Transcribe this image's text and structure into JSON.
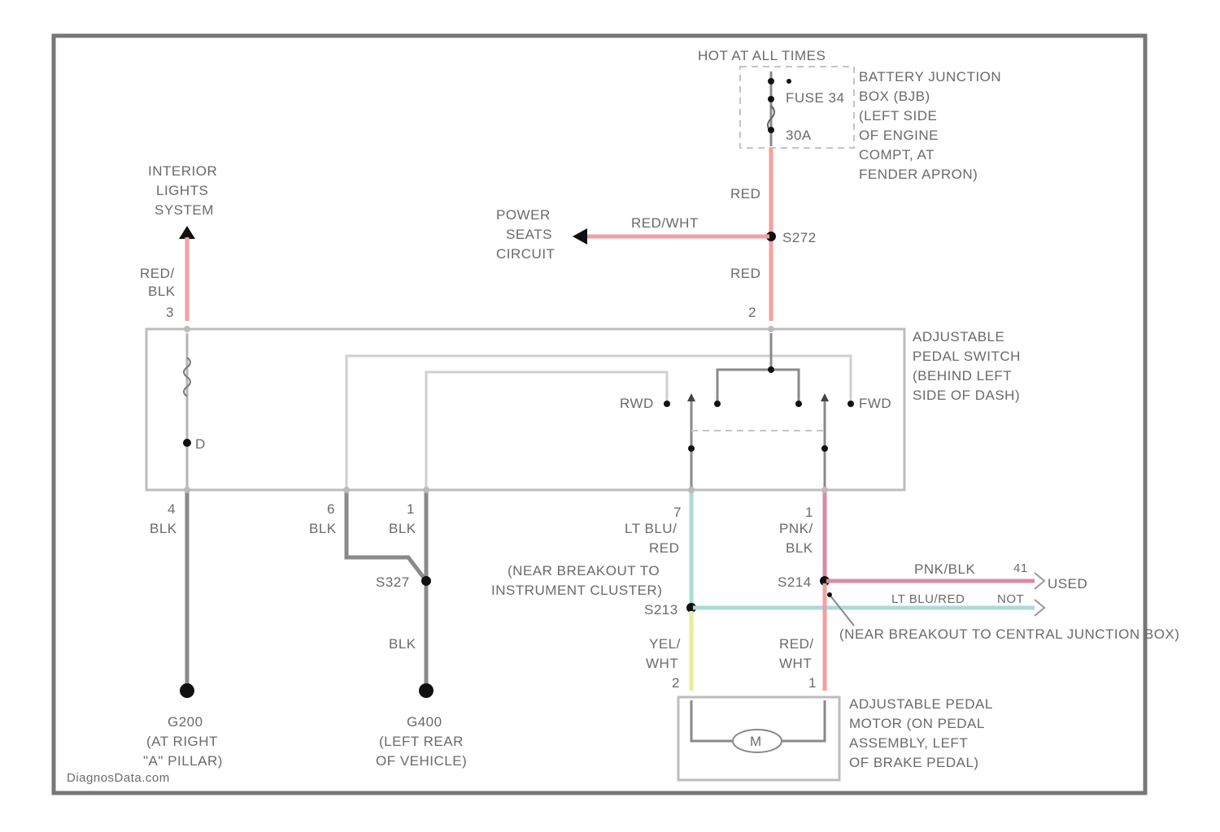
{
  "diagram": {
    "hot_label": "HOT AT ALL TIMES",
    "battery_junction": [
      "BATTERY JUNCTION",
      "BOX (BJB)",
      "(LEFT SIDE",
      "OF ENGINE",
      "COMPT, AT",
      "FENDER APRON)"
    ],
    "fuse_label": "FUSE 34",
    "fuse_amp": "30A",
    "interior_lights": [
      "INTERIOR",
      "LIGHTS",
      "SYSTEM"
    ],
    "power_seats": [
      "POWER",
      "SEATS",
      "CIRCUIT"
    ],
    "wire_red_top": "RED",
    "wire_red_wht": "RED/WHT",
    "splice_s272": "S272",
    "wire_red_mid": "RED",
    "pin_2_top": "2",
    "wire_red_blk": [
      "RED/",
      "BLK"
    ],
    "pin_3": "3",
    "switch_label": [
      "ADJUSTABLE",
      "PEDAL SWITCH",
      "(BEHIND LEFT",
      "SIDE OF DASH)"
    ],
    "rwd_label": "RWD",
    "fwd_label": "FWD",
    "diode_label": "D",
    "pin_4": "4",
    "pin_6": "6",
    "pin_1_gnd": "1",
    "wire_blk_1": "BLK",
    "wire_blk_2": "BLK",
    "wire_blk_3": "BLK",
    "wire_blk_4": "BLK",
    "splice_s327": "S327",
    "pin_7": "7",
    "wire_lt_blu_red": [
      "LT BLU/",
      "RED"
    ],
    "near_breakout_ic": [
      "(NEAR BREAKOUT TO",
      "INSTRUMENT CLUSTER)"
    ],
    "splice_s213": "S213",
    "pin_1_right": "1",
    "wire_pnk_blk": [
      "PNK/",
      "BLK"
    ],
    "splice_s214": "S214",
    "wire_pnk_blk_h": "PNK/BLK",
    "wire_ltblu_red_h": "LT BLU/RED",
    "pin_41": "41",
    "not_label": "NOT",
    "used_label": "USED",
    "near_breakout_cjb": "(NEAR BREAKOUT TO CENTRAL JUNCTION BOX)",
    "wire_yel_wht": [
      "YEL/",
      "WHT"
    ],
    "wire_red_wht_v": [
      "RED/",
      "WHT"
    ],
    "pin_2_motor": "2",
    "pin_1_motor": "1",
    "motor_symbol": "M",
    "motor_label": [
      "ADJUSTABLE PEDAL",
      "MOTOR (ON PEDAL",
      "ASSEMBLY, LEFT",
      "OF BRAKE PEDAL)"
    ],
    "ground_g200": [
      "G200",
      "(AT RIGHT",
      "\"A\" PILLAR)"
    ],
    "ground_g400": [
      "G400",
      "(LEFT REAR",
      "OF VEHICLE)"
    ],
    "watermark": "DiagnosData.com"
  }
}
